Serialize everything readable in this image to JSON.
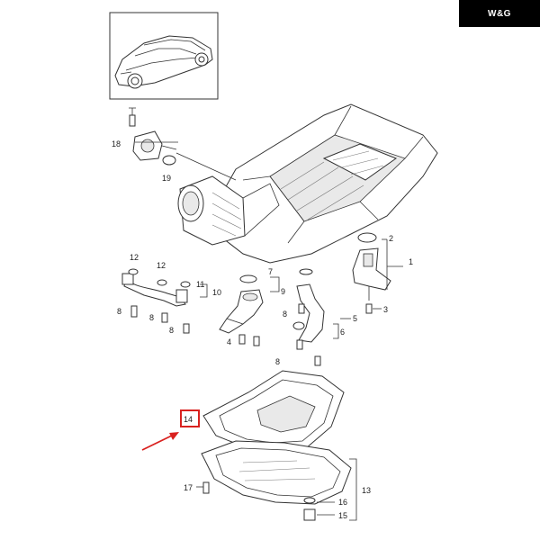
{
  "brand": {
    "logo_text": "W&G"
  },
  "callouts": {
    "c1": "1",
    "c2": "2",
    "c3": "3",
    "c4": "4",
    "c5": "5",
    "c6": "6",
    "c7": "7",
    "c8a": "8",
    "c8b": "8",
    "c8c": "8",
    "c8d": "8",
    "c8e": "8",
    "c9": "9",
    "c10": "10",
    "c11": "11",
    "c12a": "12",
    "c12b": "12",
    "c13": "13",
    "c14": "14",
    "c15": "15",
    "c16": "16",
    "c17": "17",
    "c18": "18",
    "c19": "19"
  },
  "colors": {
    "highlight": "#d9211f",
    "ink": "#222222"
  }
}
